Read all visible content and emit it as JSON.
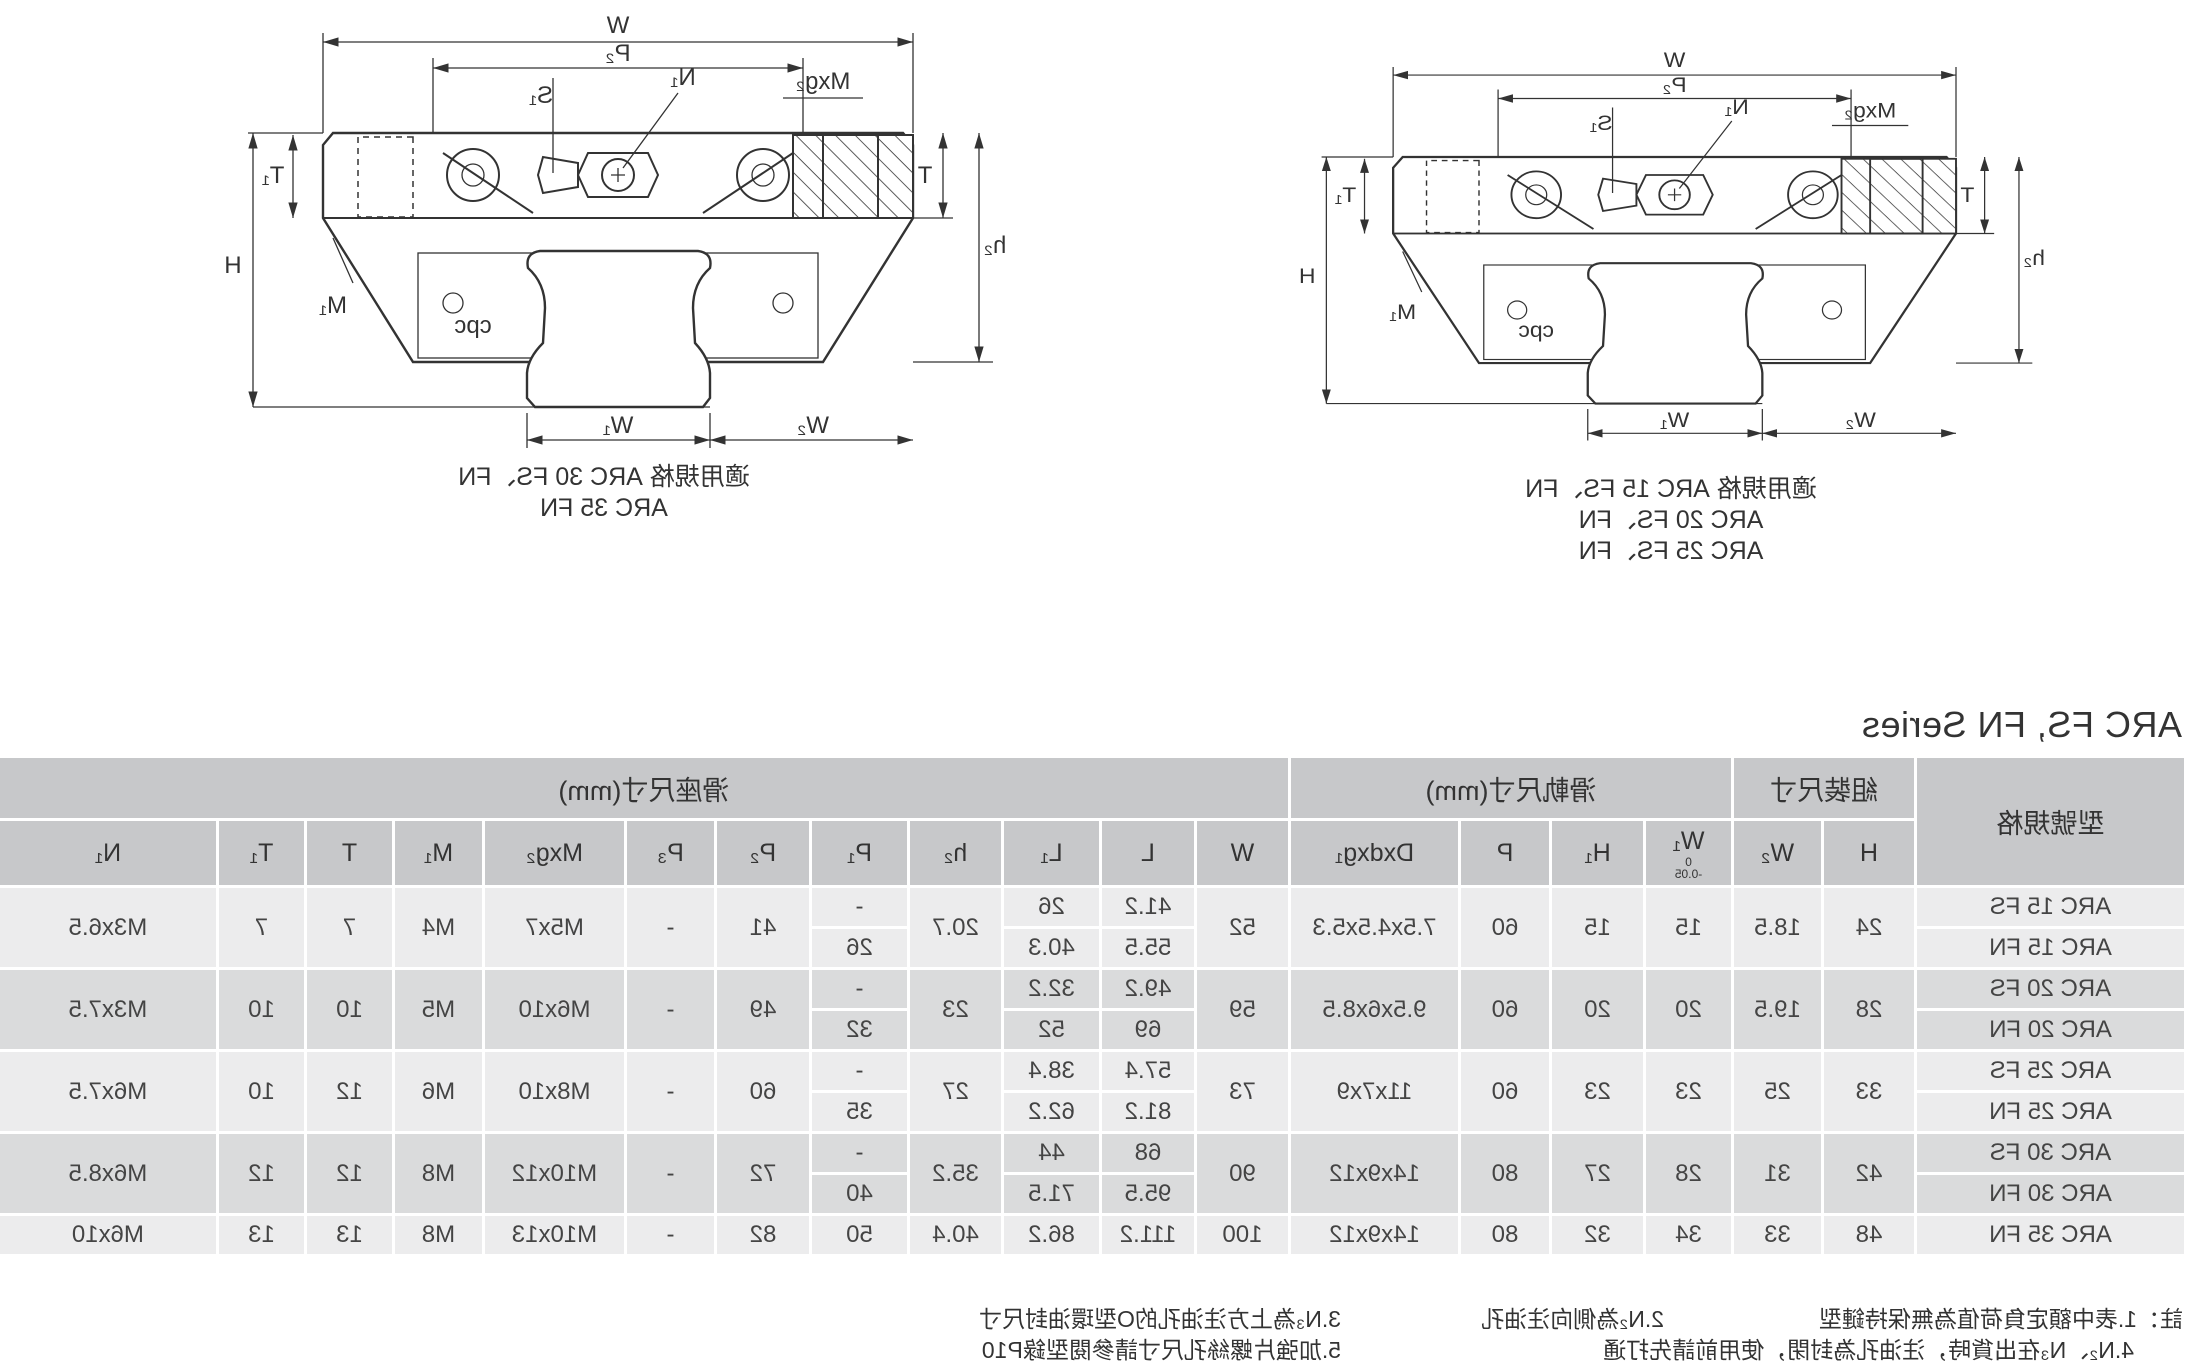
{
  "drawings": [
    {
      "caption_lines": [
        "適用規格 ARC 15 FS、FN",
        "ARC 20 FS、FN",
        "ARC 25 FS、FN"
      ],
      "labels": {
        "W": "W",
        "P2": "P₂",
        "Mxg2": "Mxg₂",
        "N1": "N₁",
        "S1": "S₁",
        "T": "T",
        "T1": "T₁",
        "H": "H",
        "h2": "h₂",
        "M1": "M₁",
        "W1": "W₁",
        "W2": "W₂",
        "logo": "cpc"
      }
    },
    {
      "caption_lines": [
        "適用規格 ARC 30 FS、FN",
        "ARC 35 FN"
      ],
      "labels": {
        "W": "W",
        "P2": "P₂",
        "Mxg2": "Mxg₂",
        "N1": "N₁",
        "S1": "S₁",
        "T": "T",
        "T1": "T₁",
        "H": "H",
        "h2": "h₂",
        "M1": "M₁",
        "W1": "W₁",
        "W2": "W₂",
        "logo": "cpc"
      }
    }
  ],
  "series_title": "ARC FS, FN Series",
  "table": {
    "group_headers": {
      "model": "型號規格",
      "assembly": "組裝尺寸",
      "rail": "滑軌尺寸(mm)",
      "block": "滑座尺寸(mm)"
    },
    "columns": {
      "H": "H",
      "W2": "W₂",
      "W1": "W₁",
      "W1_tol_upper": "0",
      "W1_tol_lower": "-0.05",
      "H1": "H₁",
      "P": "P",
      "D": "Dxdxg₁",
      "W": "W",
      "L": "L",
      "L1": "L₁",
      "h2": "h₂",
      "P1": "P₁",
      "P2": "P₂",
      "P3": "P₃",
      "Mxg2": "Mxg₂",
      "M1": "M₁",
      "T": "T",
      "T1": "T₁",
      "N1": "N₁"
    },
    "groups": [
      {
        "H": "24",
        "W2": "18.5",
        "W1": "15",
        "H1": "15",
        "P": "60",
        "D": "7.5x4.5x5.3",
        "W": "52",
        "h2": "20.7",
        "P2": "41",
        "P3": "-",
        "Mxg2": "M5x7",
        "M1": "M4",
        "T": "7",
        "T1": "7",
        "N1": "M3x6.5",
        "sub": [
          {
            "model": "ARC 15 FS",
            "L": "41.2",
            "L1": "26",
            "P1": "-"
          },
          {
            "model": "ARC 15 FN",
            "L": "55.5",
            "L1": "40.3",
            "P1": "26"
          }
        ]
      },
      {
        "H": "28",
        "W2": "19.5",
        "W1": "20",
        "H1": "20",
        "P": "60",
        "D": "9.5x6x8.5",
        "W": "59",
        "h2": "23",
        "P2": "49",
        "P3": "-",
        "Mxg2": "M6x10",
        "M1": "M5",
        "T": "10",
        "T1": "10",
        "N1": "M3x7.5",
        "sub": [
          {
            "model": "ARC 20 FS",
            "L": "49.2",
            "L1": "32.2",
            "P1": "-"
          },
          {
            "model": "ARC 20 FN",
            "L": "69",
            "L1": "52",
            "P1": "32"
          }
        ]
      },
      {
        "H": "33",
        "W2": "25",
        "W1": "23",
        "H1": "23",
        "P": "60",
        "D": "11x7x9",
        "W": "73",
        "h2": "27",
        "P2": "60",
        "P3": "-",
        "Mxg2": "M8x10",
        "M1": "M6",
        "T": "12",
        "T1": "10",
        "N1": "M6x7.5",
        "sub": [
          {
            "model": "ARC 25 FS",
            "L": "57.4",
            "L1": "38.4",
            "P1": "-"
          },
          {
            "model": "ARC 25 FN",
            "L": "81.2",
            "L1": "62.2",
            "P1": "35"
          }
        ]
      },
      {
        "H": "42",
        "W2": "31",
        "W1": "28",
        "H1": "27",
        "P": "80",
        "D": "14x9x12",
        "W": "90",
        "h2": "35.2",
        "P2": "72",
        "P3": "-",
        "Mxg2": "M10x12",
        "M1": "M8",
        "T": "12",
        "T1": "12",
        "N1": "M6x8.5",
        "sub": [
          {
            "model": "ARC 30 FS",
            "L": "68",
            "L1": "44",
            "P1": "-"
          },
          {
            "model": "ARC 30 FN",
            "L": "95.5",
            "L1": "71.5",
            "P1": "40"
          }
        ]
      },
      {
        "H": "48",
        "W2": "33",
        "W1": "34",
        "H1": "32",
        "P": "80",
        "D": "14x9x12",
        "W": "100",
        "h2": "40.4",
        "P2": "82",
        "P3": "-",
        "Mxg2": "M10x13",
        "M1": "M8",
        "T": "13",
        "T1": "13",
        "N1": "M6x10",
        "sub": [
          {
            "model": "ARC 35 FN",
            "L": "111.2",
            "L1": "86.2",
            "P1": "50"
          }
        ]
      }
    ]
  },
  "notes": {
    "n1": "註：1.表中額定負荷值為無保持鏈型",
    "n2": "2.N₂為側向注油孔",
    "n3": "3.N₃為上方注油孔的O型環油封尺寸",
    "n4": "4.N₂、N₃在出貨時，注油孔為封閉，使用前請先打通",
    "n5": "5.加強片螺絲孔尺寸請參閱型錄P10"
  }
}
